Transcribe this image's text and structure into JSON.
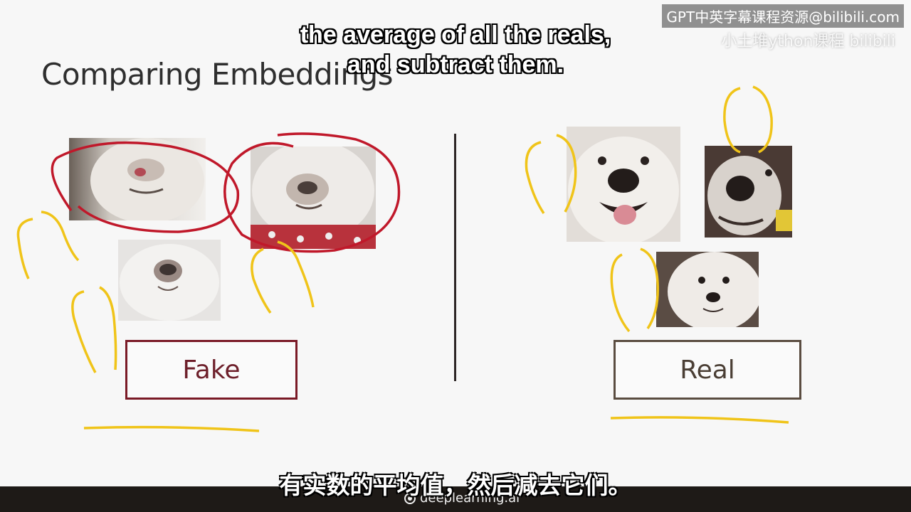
{
  "slide": {
    "title": "Comparing Embeddings",
    "fake_label": "Fake",
    "real_label": "Real"
  },
  "subtitles": {
    "english_line1": "the average of all the reals,",
    "english_line2": "and subtract them.",
    "chinese": "有实数的平均值，然后减去它们。"
  },
  "watermark": {
    "line1": "GPT中英字幕课程资源@bilibili.com",
    "line2": "小土堆ython课程 bilibili"
  },
  "footer": {
    "brand": "deeplearning.ai"
  },
  "colors": {
    "fake_accent": "#7a1a26",
    "real_accent": "#5a4c40",
    "annotation_red": "#c0182a",
    "annotation_yellow": "#f0c419"
  }
}
